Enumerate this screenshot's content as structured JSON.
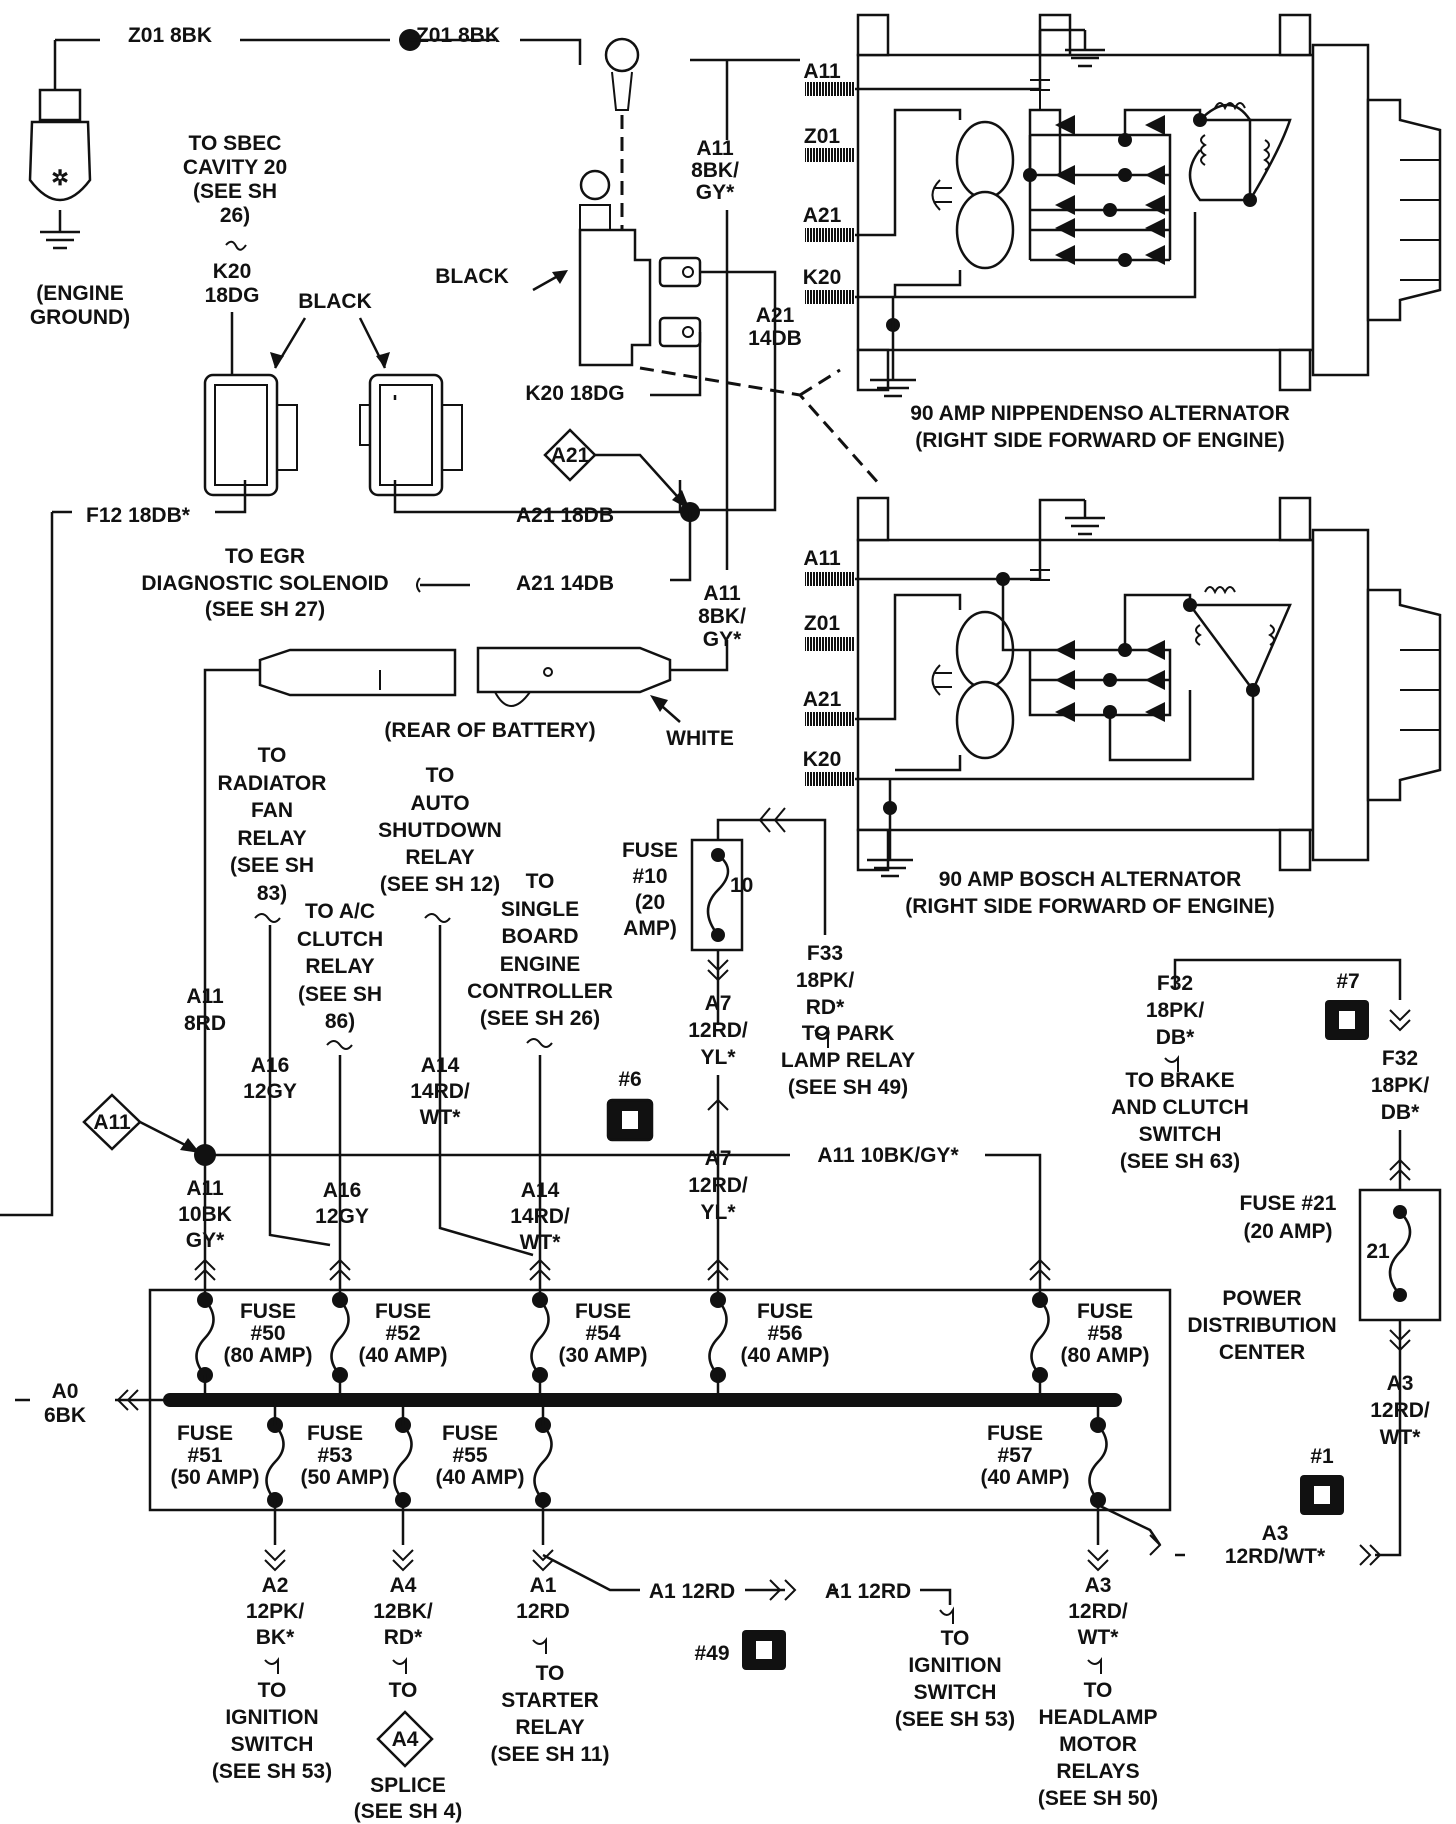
{
  "labels": {
    "z01_left": "Z01 8BK",
    "z01_right": "Z01 8BK",
    "sbec_1": "TO SBEC",
    "sbec_2": "CAVITY 20",
    "sbec_3": "(SEE SH",
    "sbec_4": "26)",
    "k20_top_1": "K20",
    "k20_top_2": "18DG",
    "black_top": "BLACK",
    "black_mid": "BLACK",
    "engine_ground_1": "(ENGINE",
    "engine_ground_2": "GROUND)",
    "a11_top_1": "A11",
    "a11_top_2": "8BK/",
    "a11_top_3": "GY*",
    "a21_14db_1": "A21",
    "a21_14db_2": "14DB",
    "k20_18dg": "K20 18DG",
    "a21_diamond": "A21",
    "a21_18db": "A21 18DB",
    "f12_18db": "F12 18DB*",
    "egr_1": "TO EGR",
    "egr_2": "DIAGNOSTIC SOLENOID",
    "egr_3": "(SEE SH 27)",
    "a21_14db_left": "A21 14DB",
    "a11_mid_1": "A11",
    "a11_mid_2": "8BK/",
    "a11_mid_3": "GY*",
    "rear_battery": "(REAR OF BATTERY)",
    "white": "WHITE",
    "alt1_a11": "A11",
    "alt1_z01": "Z01",
    "alt1_a21": "A21",
    "alt1_k20": "K20",
    "alt1_name": "90 AMP NIPPENDENSO ALTERNATOR",
    "alt1_loc": "(RIGHT SIDE FORWARD OF ENGINE)",
    "alt2_a11": "A11",
    "alt2_z01": "Z01",
    "alt2_a21": "A21",
    "alt2_k20": "K20",
    "alt2_name": "90 AMP BOSCH ALTERNATOR",
    "alt2_loc": "(RIGHT SIDE FORWARD OF ENGINE)",
    "rad_1": "TO",
    "rad_2": "RADIATOR",
    "rad_3": "FAN",
    "rad_4": "RELAY",
    "rad_5": "(SEE SH",
    "rad_6": "83)",
    "asd_1": "TO",
    "asd_2": "AUTO",
    "asd_3": "SHUTDOWN",
    "asd_4": "RELAY",
    "asd_5": "(SEE SH 12)",
    "ac_1": "TO A/C",
    "ac_2": "CLUTCH",
    "ac_3": "RELAY",
    "ac_4": "(SEE SH",
    "ac_5": "86)",
    "sbec_ctl_1": "TO",
    "sbec_ctl_2": "SINGLE",
    "sbec_ctl_3": "BOARD",
    "sbec_ctl_4": "ENGINE",
    "sbec_ctl_5": "CONTROLLER",
    "sbec_ctl_6": "(SEE SH 26)",
    "fuse10_1": "FUSE",
    "fuse10_2": "#10",
    "fuse10_3": "(20",
    "fuse10_4": "AMP)",
    "fuse10_num": "10",
    "f33_1": "F33",
    "f33_2": "18PK/",
    "f33_3": "RD*",
    "park_1": "TO PARK",
    "park_2": "LAMP RELAY",
    "park_3": "(SEE SH 49)",
    "a7_top_1": "A7",
    "a7_top_2": "12RD/",
    "a7_top_3": "YL*",
    "a7_bot_1": "A7",
    "a7_bot_2": "12RD/",
    "a7_bot_3": "YL*",
    "a11_8rd_1": "A11",
    "a11_8rd_2": "8RD",
    "a16_top_1": "A16",
    "a16_top_2": "12GY",
    "a16_bot_1": "A16",
    "a16_bot_2": "12GY",
    "a14_top_1": "A14",
    "a14_top_2": "14RD/",
    "a14_top_3": "WT*",
    "a14_bot_1": "A14",
    "a14_bot_2": "14RD/",
    "a14_bot_3": "WT*",
    "a11_diamond": "A11",
    "a11_10bk_bus": "A11 10BK/GY*",
    "a11_10bk_1": "A11",
    "a11_10bk_2": "10BK",
    "a11_10bk_3": "GY*",
    "ground6": "#6",
    "ground7": "#7",
    "ground1": "#1",
    "ground49": "#49",
    "f32_top_1": "F32",
    "f32_top_2": "18PK/",
    "f32_top_3": "DB*",
    "f32_r_1": "F32",
    "f32_r_2": "18PK/",
    "f32_r_3": "DB*",
    "brake_1": "TO BRAKE",
    "brake_2": "AND CLUTCH",
    "brake_3": "SWITCH",
    "brake_4": "(SEE SH 63)",
    "fuse21_1": "FUSE #21",
    "fuse21_2": "(20 AMP)",
    "fuse21_num": "21",
    "pdc_1": "POWER",
    "pdc_2": "DISTRIBUTION",
    "pdc_3": "CENTER",
    "a3_r_1": "A3",
    "a3_r_2": "12RD/",
    "a3_r_3": "WT*",
    "a3_h": "A3",
    "a3_h_2": "12RD/WT*",
    "a0_1": "A0",
    "a0_2": "6BK",
    "f50_1": "FUSE",
    "f50_2": "#50",
    "f50_3": "(80 AMP)",
    "f52_1": "FUSE",
    "f52_2": "#52",
    "f52_3": "(40 AMP)",
    "f54_1": "FUSE",
    "f54_2": "#54",
    "f54_3": "(30 AMP)",
    "f56_1": "FUSE",
    "f56_2": "#56",
    "f56_3": "(40 AMP)",
    "f58_1": "FUSE",
    "f58_2": "#58",
    "f58_3": "(80 AMP)",
    "f51_1": "FUSE",
    "f51_2": "#51",
    "f51_3": "(50 AMP)",
    "f53_1": "FUSE",
    "f53_2": "#53",
    "f53_3": "(50 AMP)",
    "f55_1": "FUSE",
    "f55_2": "#55",
    "f55_3": "(40 AMP)",
    "f57_1": "FUSE",
    "f57_2": "#57",
    "f57_3": "(40 AMP)",
    "a2_1": "A2",
    "a2_2": "12PK/",
    "a2_3": "BK*",
    "a4_1": "A4",
    "a4_2": "12BK/",
    "a4_3": "RD*",
    "a1_1": "A1",
    "a1_2": "12RD",
    "a1_h1": "A1 12RD",
    "a1_h2": "A1 12RD",
    "a3_b_1": "A3",
    "a3_b_2": "12RD/",
    "a3_b_3": "WT*",
    "ign1_1": "TO",
    "ign1_2": "IGNITION",
    "ign1_3": "SWITCH",
    "ign1_4": "(SEE SH 53)",
    "splice_1": "TO",
    "splice_d": "A4",
    "splice_2": "SPLICE",
    "splice_3": "(SEE SH 4)",
    "starter_1": "TO",
    "starter_2": "STARTER",
    "starter_3": "RELAY",
    "starter_4": "(SEE SH 11)",
    "ign2_1": "TO",
    "ign2_2": "IGNITION",
    "ign2_3": "SWITCH",
    "ign2_4": "(SEE SH 53)",
    "head_1": "TO",
    "head_2": "HEADLAMP",
    "head_3": "MOTOR",
    "head_4": "RELAYS",
    "head_5": "(SEE SH 50)"
  }
}
